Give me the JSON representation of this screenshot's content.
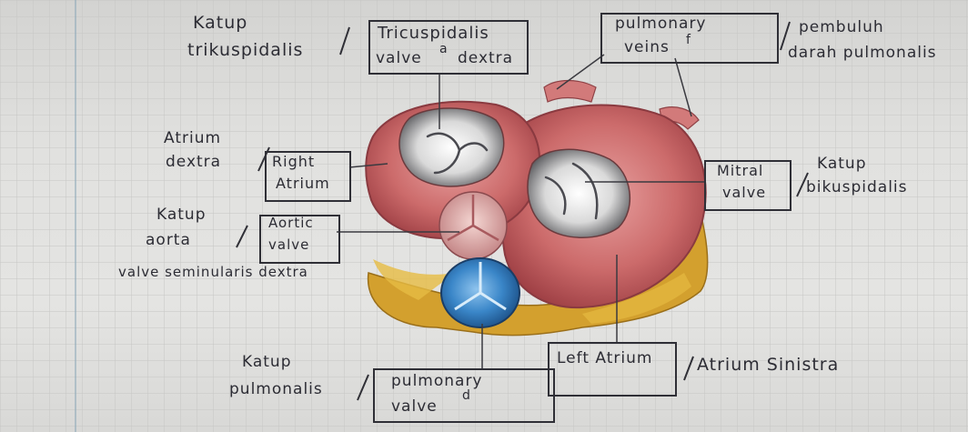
{
  "labels": {
    "katup_trikuspidalis": {
      "line1": "Katup",
      "line2": "trikuspidalis"
    },
    "tricuspidalis_valve": {
      "line1": "Tricuspidalis",
      "line2": "valve",
      "letter": "a",
      "line2b": "dextra"
    },
    "pulmonary_veins": {
      "line1": "pulmonary",
      "line2": "veins",
      "letter": "f"
    },
    "pembuluh_darah": {
      "line1": "pembuluh",
      "line2": "darah pulmonalis"
    },
    "atrium_dextra": {
      "line1": "Atrium",
      "line2": "dextra"
    },
    "right_atrium": {
      "line1": "Right",
      "line2": "Atrium"
    },
    "mitral_valve": {
      "line1": "Mitral",
      "line2": "valve"
    },
    "katup_bikuspidalis": {
      "line1": "Katup",
      "line2": "bikuspidalis"
    },
    "katup_aorta": {
      "line1": "Katup",
      "line2": "aorta"
    },
    "aortic_valve": {
      "line1": "Aortic",
      "line2": "valve"
    },
    "valve_semilunaris": {
      "text": "valve seminularis dextra"
    },
    "katup_pulmonalis": {
      "line1": "Katup",
      "line2": "pulmonalis"
    },
    "pulmonary_valve": {
      "line1": "pulmonary",
      "line2": "valve",
      "letter": "d"
    },
    "left_atrium": {
      "text": "Left Atrium"
    },
    "atrium_sinistra": {
      "text": "Atrium Sinistra"
    }
  },
  "colors": {
    "paper": "#e2e2e0",
    "ink": "#2c2c34",
    "heart_red": "#c96868",
    "fat_yellow": "#d4a22a",
    "pulmonary_blue": "#3f8fd0",
    "valve_gray": "#c8c8c8"
  },
  "icons": {
    "heart": "heart-illustration-icon"
  }
}
